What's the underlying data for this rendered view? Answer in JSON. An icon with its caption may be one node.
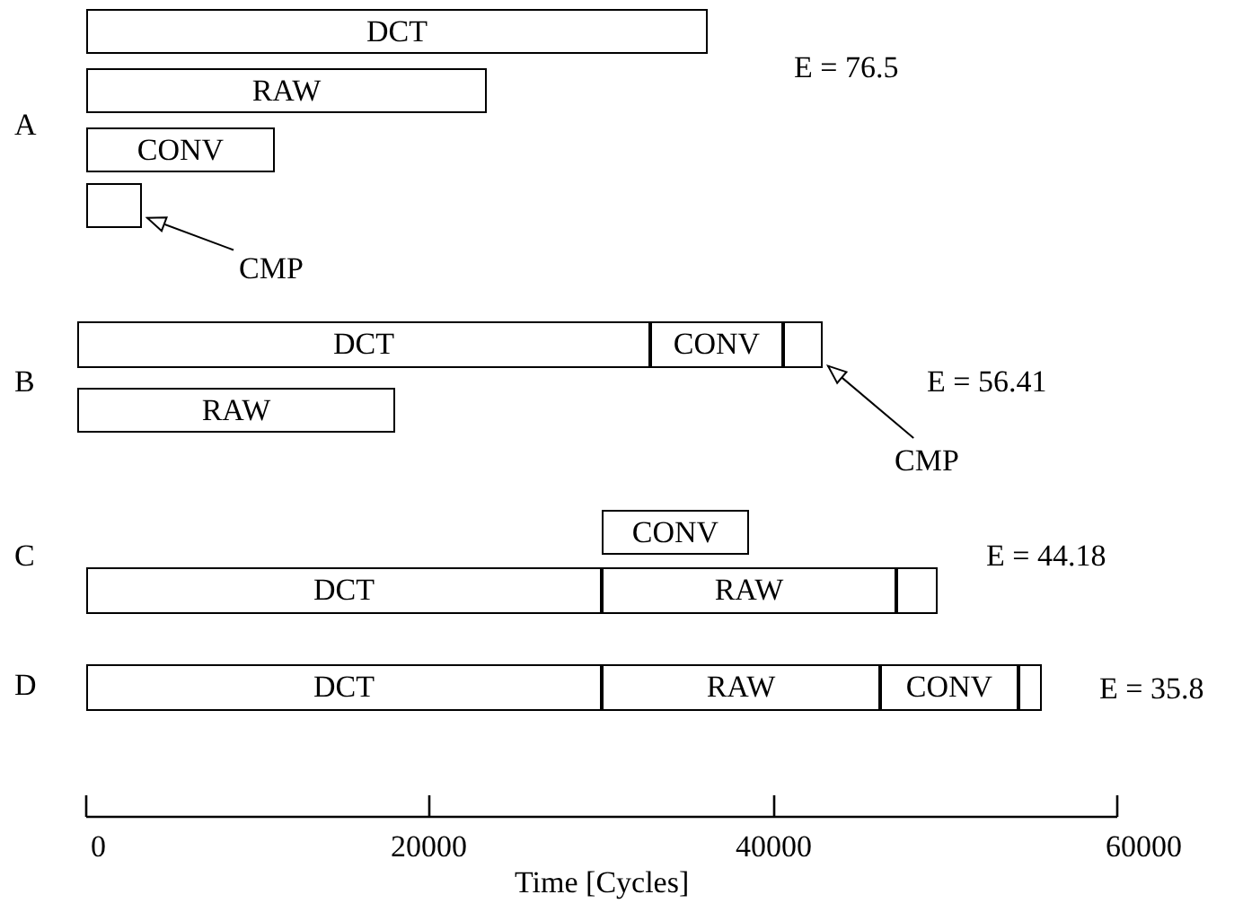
{
  "diagram": {
    "nodes": [
      {
        "text": [
          "DCT"
        ]
      },
      {
        "text": [
          "RAW"
        ]
      },
      {
        "text": [
          "CONV"
        ]
      },
      {
        "text": [],
        "shape": "box"
      },
      {
        "text": [
          "CMP"
        ]
      },
      {
        "text": [
          "DCT"
        ]
      },
      {
        "text": [
          "CONV"
        ]
      },
      {
        "text": [],
        "shape": "box"
      },
      {
        "text": [
          "RAW"
        ]
      },
      {
        "text": [
          "CMP"
        ]
      },
      {
        "text": [
          "CONV"
        ]
      },
      {
        "text": [
          "DCT"
        ]
      },
      {
        "text": [
          "RAW"
        ]
      },
      {
        "text": [],
        "shape": "box"
      },
      {
        "text": [
          "DCT"
        ]
      },
      {
        "text": [
          "RAW"
        ]
      },
      {
        "text": [
          "CONV"
        ]
      },
      {
        "text": [],
        "shape": "box"
      }
    ],
    "edges": [
      {
        "from": 4,
        "to": 3,
        "arrow": "to"
      },
      {
        "from": 9,
        "to": 7,
        "arrow": "to"
      }
    ],
    "labels": [
      "A",
      "E = 76.5",
      "B",
      "E = 56.41",
      "C",
      "E = 44.18",
      "D",
      "E = 35.8",
      "0",
      "20000",
      "40000",
      "60000",
      "Time [Cycles]"
    ]
  }
}
